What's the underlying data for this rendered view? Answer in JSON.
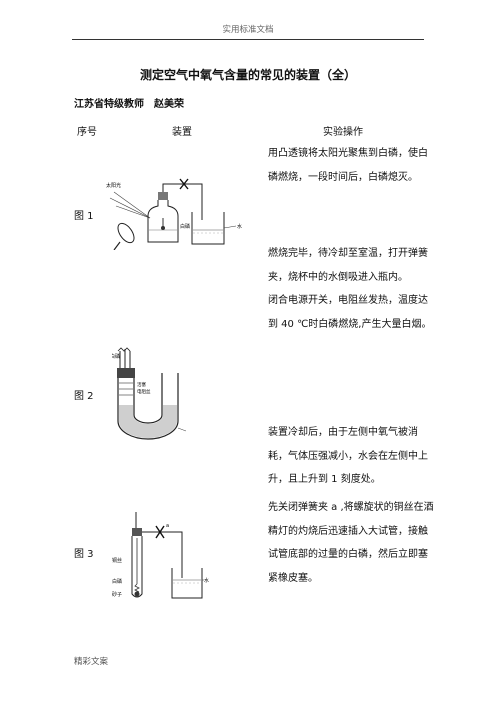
{
  "header": {
    "text": "实用标准文档"
  },
  "title": "测定空气中氧气含量的常见的装置（全）",
  "author": "江苏省特级教师　赵美荣",
  "table": {
    "columns": [
      "序号",
      "装置",
      "实验操作"
    ],
    "rows": [
      {
        "label": "图 1"
      },
      {
        "label": "图 2"
      },
      {
        "label": "图 3"
      }
    ]
  },
  "figures": {
    "fig1": {
      "sunlight": "太阳光",
      "bottle_label": "白磷"
    },
    "fig2": {
      "left_label": "白磷",
      "right_label1": "活塞",
      "right_label2": "电阻丝"
    },
    "fig3": {
      "copper": "铜丝",
      "white_p": "白磷",
      "sand": "砂子",
      "water": "水",
      "clip": "a"
    }
  },
  "paragraphs": [
    "用凸透镜将太阳光聚焦到白磷，使白磷燃烧，一段时间后，白磷熄灭。",
    "燃烧完毕，待冷却至室温，打开弹簧夹，烧杯中的水倒吸进入瓶内。",
    "闭合电源开关，电阻丝发热，温度达到 40 ℃时白磷燃烧,产生大量白烟。",
    "装置冷却后，由于左侧中氧气被消耗，气体压强减小，水会在左侧中上升，且上升到 1 刻度处。",
    "先关闭弹簧夹 a ,将螺旋状的铜丝在酒精灯的灼烧后迅速插入大试管，接触试管底部的过量的白磷，然后立即塞紧橡皮塞。"
  ],
  "footer": {
    "text": "精彩文案"
  }
}
